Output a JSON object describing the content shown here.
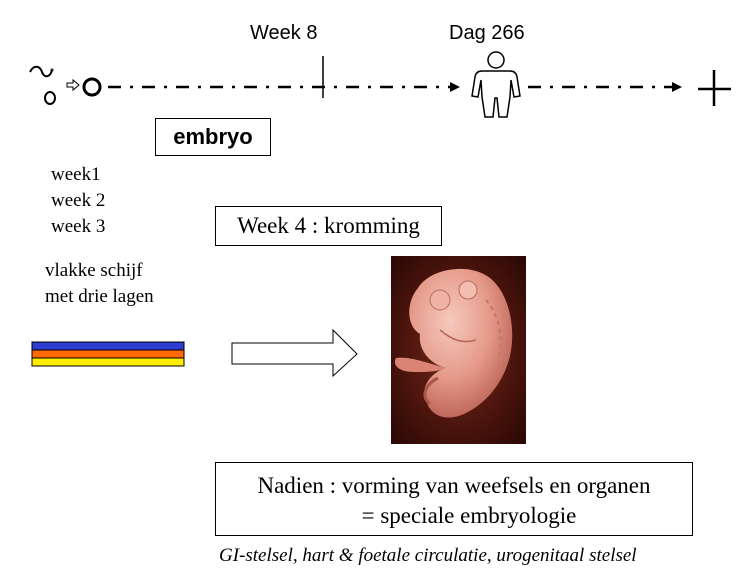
{
  "timeline": {
    "week8_label": "Week 8",
    "day266_label": "Dag 266"
  },
  "embryo_label": "embryo",
  "weeks": [
    "week1",
    "week 2",
    "week 3"
  ],
  "flat_disc": [
    "vlakke schijf",
    "met drie lagen"
  ],
  "layer_colors": [
    "#2e3ccf",
    "#ff6a00",
    "#ffee00"
  ],
  "week4_label": "Week 4 : kromming",
  "afterwards": {
    "line1": "Nadien  : vorming van weefsels en organen",
    "line2": "= speciale embryologie"
  },
  "systems_caption": "GI-stelsel, hart & foetale circulatie, urogenitaal stelsel",
  "icons": {
    "sperm": "sperm-icon",
    "egg": "egg-cell-icon",
    "fertilization_arrow": "small-arrow-icon",
    "zygote": "zygote-circle-icon",
    "person": "person-outline-icon",
    "death": "cross-icon",
    "transition_arrow": "hollow-arrow-icon",
    "embryo_photo": "embryo-week4-image"
  }
}
